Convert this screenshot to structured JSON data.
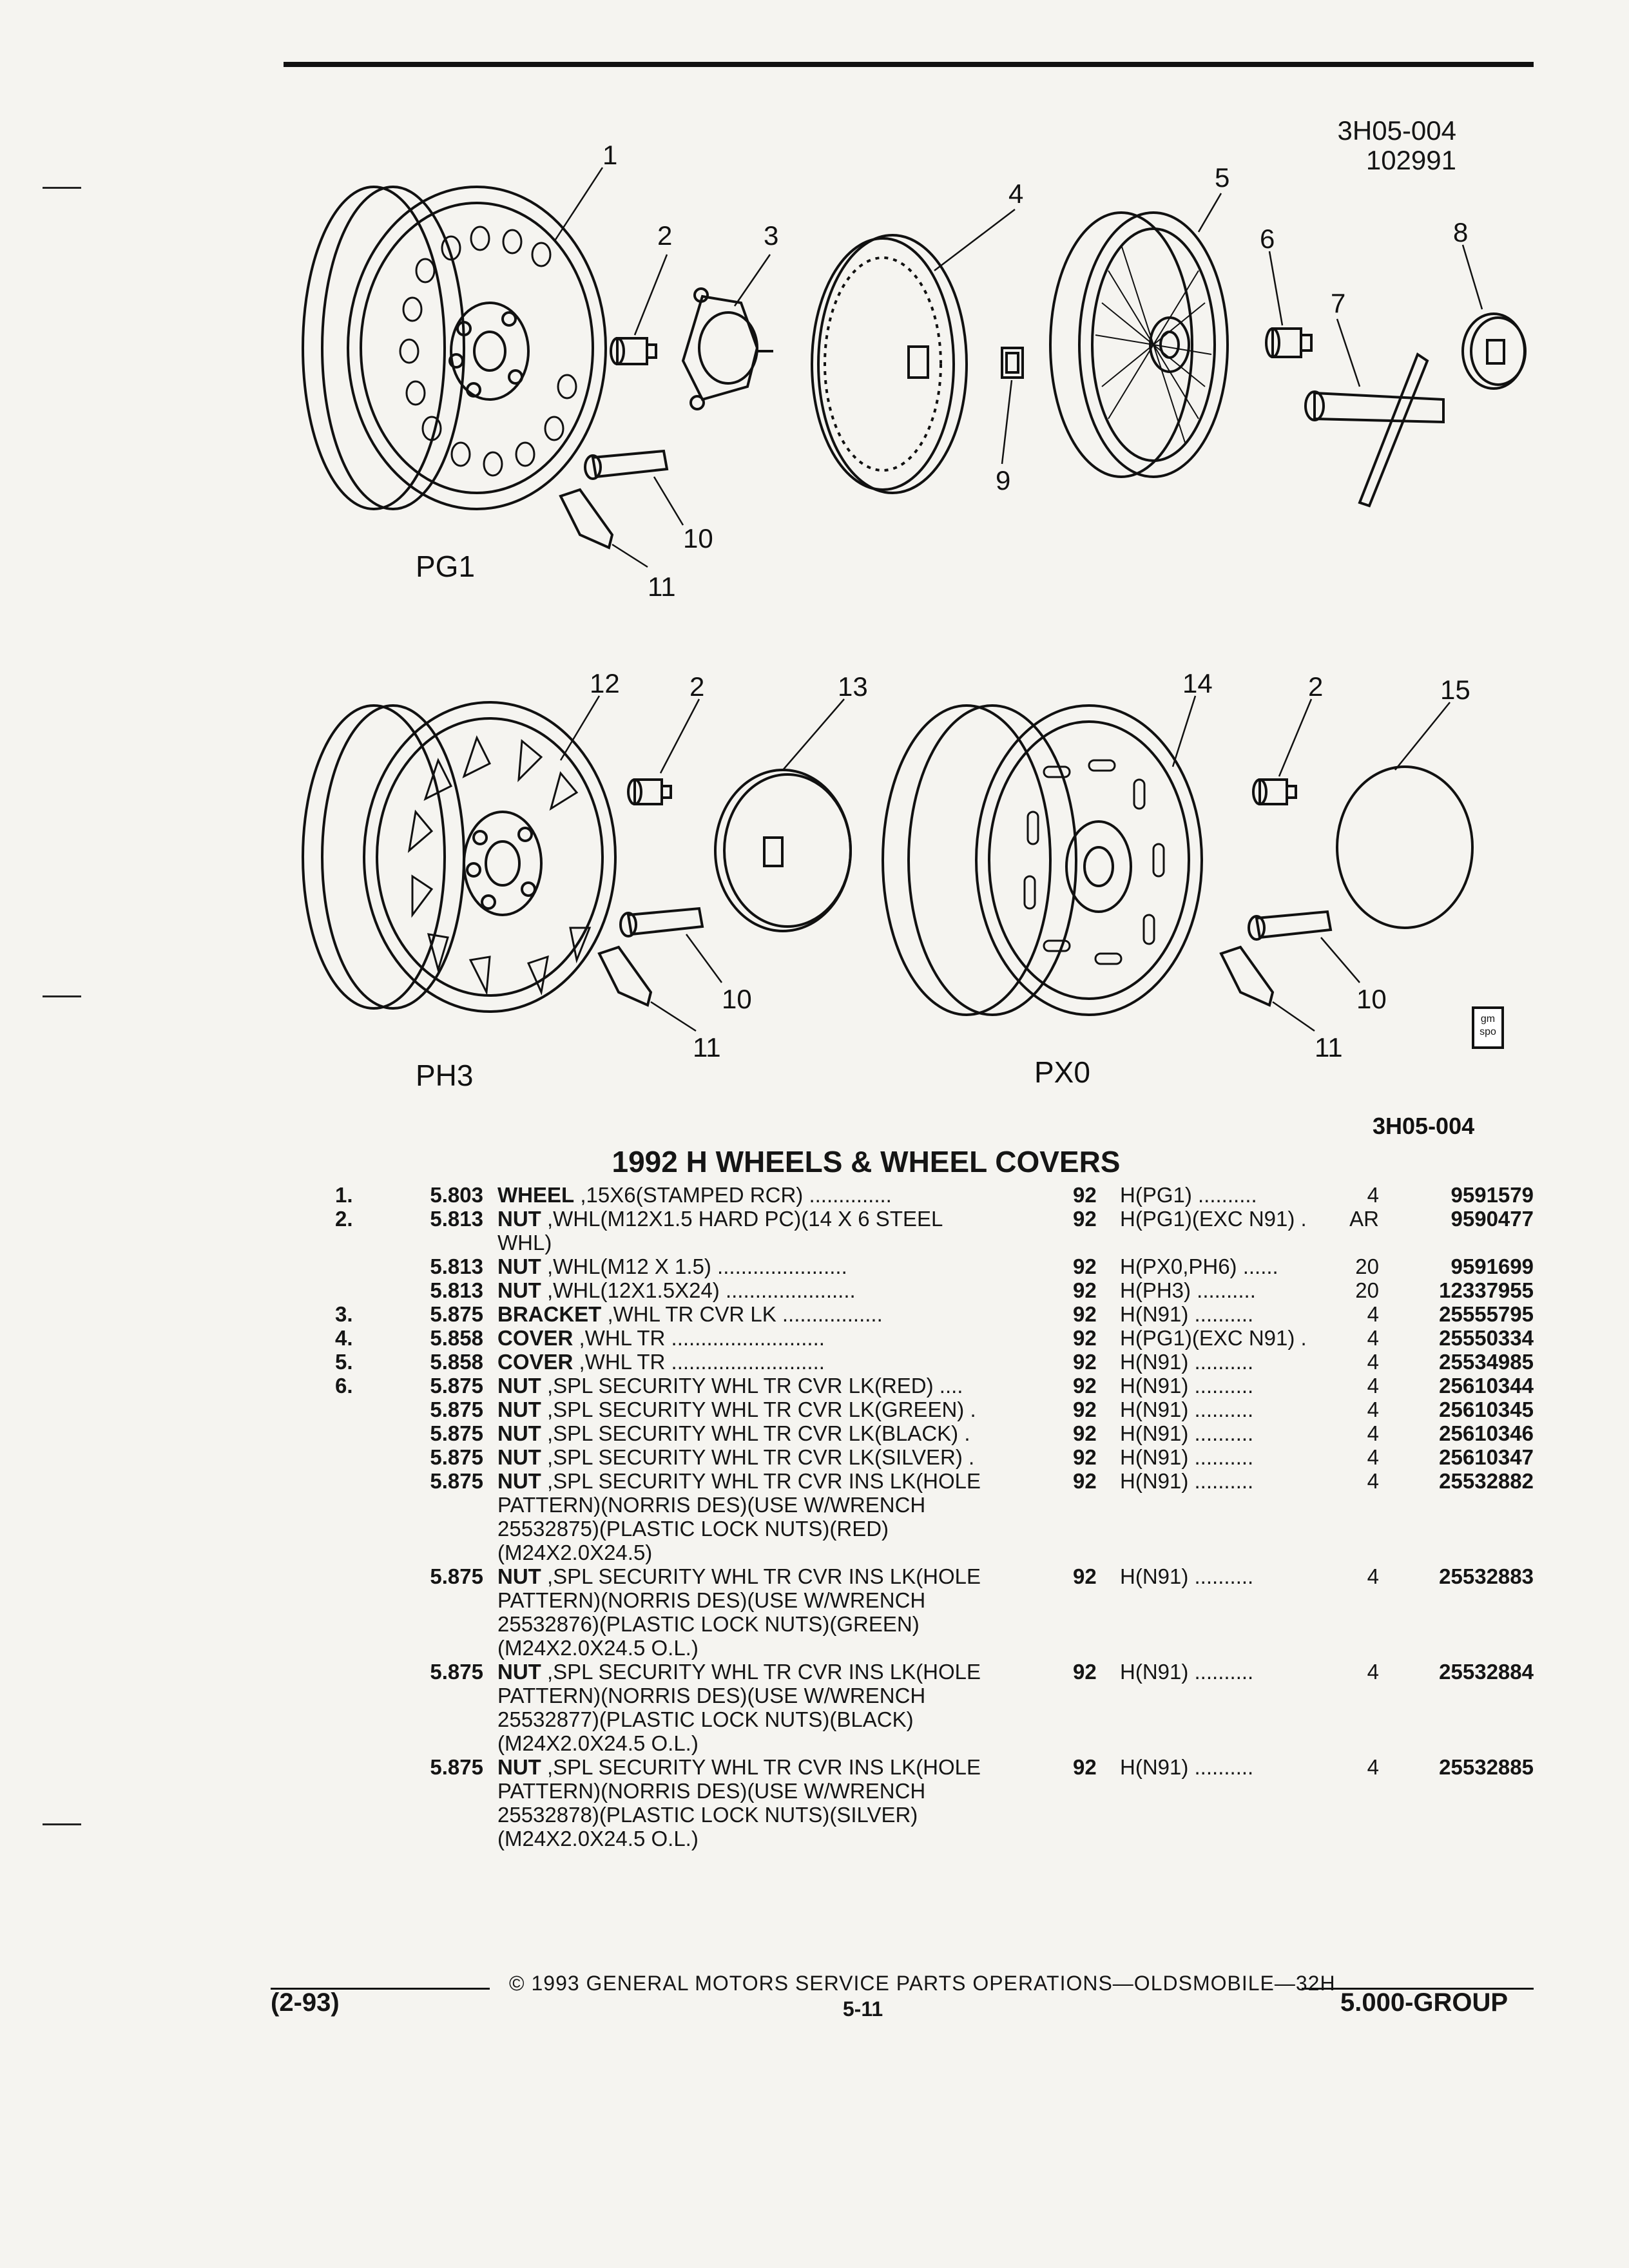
{
  "header": {
    "figure_ref": "3H05-004",
    "figure_date": "102991"
  },
  "diagram": {
    "callouts": [
      "1",
      "2",
      "3",
      "4",
      "5",
      "6",
      "7",
      "8",
      "9",
      "10",
      "11",
      "12",
      "13",
      "14",
      "15"
    ],
    "group_labels": [
      "PG1",
      "PH3",
      "PX0"
    ],
    "figure_ref_lower": "3H05-004",
    "badge_text": "gm spo"
  },
  "catalog": {
    "title": "1992 H WHEELS & WHEEL COVERS",
    "rows": [
      {
        "item": "1.",
        "code": "5.803",
        "name": "WHEEL",
        "rest": " ,15X6(STAMPED RCR)  ..............",
        "yr": "92",
        "app": "H(PG1)  ..........",
        "qty": "4",
        "part": "9591579"
      },
      {
        "item": "2.",
        "code": "5.813",
        "name": "NUT",
        "rest": " ,WHL(M12X1.5 HARD PC)(14 X 6 STEEL\nWHL)",
        "yr": "92",
        "app": "H(PG1)(EXC N91)  .",
        "qty": "AR",
        "part": "9590477"
      },
      {
        "item": "",
        "code": "5.813",
        "name": "NUT",
        "rest": " ,WHL(M12 X 1.5)  ......................",
        "yr": "92",
        "app": "H(PX0,PH6)  ......",
        "qty": "20",
        "part": "9591699"
      },
      {
        "item": "",
        "code": "5.813",
        "name": "NUT",
        "rest": " ,WHL(12X1.5X24)  ......................",
        "yr": "92",
        "app": "H(PH3)  ..........",
        "qty": "20",
        "part": "12337955"
      },
      {
        "item": "3.",
        "code": "5.875",
        "name": "BRACKET",
        "rest": " ,WHL TR CVR LK  .................",
        "yr": "92",
        "app": "H(N91)  ..........",
        "qty": "4",
        "part": "25555795"
      },
      {
        "item": "4.",
        "code": "5.858",
        "name": "COVER",
        "rest": " ,WHL TR  ..........................",
        "yr": "92",
        "app": "H(PG1)(EXC N91)  .",
        "qty": "4",
        "part": "25550334"
      },
      {
        "item": "5.",
        "code": "5.858",
        "name": "COVER",
        "rest": " ,WHL TR  ..........................",
        "yr": "92",
        "app": "H(N91)  ..........",
        "qty": "4",
        "part": "25534985"
      },
      {
        "item": "6.",
        "code": "5.875",
        "name": "NUT",
        "rest": " ,SPL SECURITY WHL TR CVR LK(RED)  ....",
        "yr": "92",
        "app": "H(N91)  ..........",
        "qty": "4",
        "part": "25610344"
      },
      {
        "item": "",
        "code": "5.875",
        "name": "NUT",
        "rest": " ,SPL SECURITY WHL TR CVR LK(GREEN)  .",
        "yr": "92",
        "app": "H(N91)  ..........",
        "qty": "4",
        "part": "25610345"
      },
      {
        "item": "",
        "code": "5.875",
        "name": "NUT",
        "rest": " ,SPL SECURITY WHL TR CVR LK(BLACK)  .",
        "yr": "92",
        "app": "H(N91)  ..........",
        "qty": "4",
        "part": "25610346"
      },
      {
        "item": "",
        "code": "5.875",
        "name": "NUT",
        "rest": " ,SPL SECURITY WHL TR CVR LK(SILVER)  .",
        "yr": "92",
        "app": "H(N91)  ..........",
        "qty": "4",
        "part": "25610347"
      },
      {
        "item": "",
        "code": "5.875",
        "name": "NUT",
        "rest": " ,SPL SECURITY WHL TR CVR INS LK(HOLE\nPATTERN)(NORRIS DES)(USE W/WRENCH\n25532875)(PLASTIC LOCK NUTS)(RED)\n(M24X2.0X24.5)",
        "yr": "92",
        "app": "H(N91)  ..........",
        "qty": "4",
        "part": "25532882"
      },
      {
        "item": "",
        "code": "5.875",
        "name": "NUT",
        "rest": " ,SPL SECURITY WHL TR CVR INS LK(HOLE\nPATTERN)(NORRIS DES)(USE W/WRENCH\n25532876)(PLASTIC LOCK NUTS)(GREEN)\n(M24X2.0X24.5 O.L.)",
        "yr": "92",
        "app": "H(N91)  ..........",
        "qty": "4",
        "part": "25532883"
      },
      {
        "item": "",
        "code": "5.875",
        "name": "NUT",
        "rest": " ,SPL SECURITY WHL TR CVR INS LK(HOLE\nPATTERN)(NORRIS DES)(USE W/WRENCH\n25532877)(PLASTIC LOCK NUTS)(BLACK)\n(M24X2.0X24.5 O.L.)",
        "yr": "92",
        "app": "H(N91)  ..........",
        "qty": "4",
        "part": "25532884"
      },
      {
        "item": "",
        "code": "5.875",
        "name": "NUT",
        "rest": " ,SPL SECURITY WHL TR CVR INS LK(HOLE\nPATTERN)(NORRIS DES)(USE W/WRENCH\n25532878)(PLASTIC LOCK NUTS)(SILVER)\n(M24X2.0X24.5 O.L.)",
        "yr": "92",
        "app": "H(N91)  ..........",
        "qty": "4",
        "part": "25532885"
      }
    ]
  },
  "footer": {
    "copyright": "© 1993 GENERAL MOTORS SERVICE PARTS OPERATIONS—OLDSMOBILE—32H",
    "page_number": "5-11",
    "left_code": "(2-93)",
    "right_code": "5.000-GROUP"
  }
}
